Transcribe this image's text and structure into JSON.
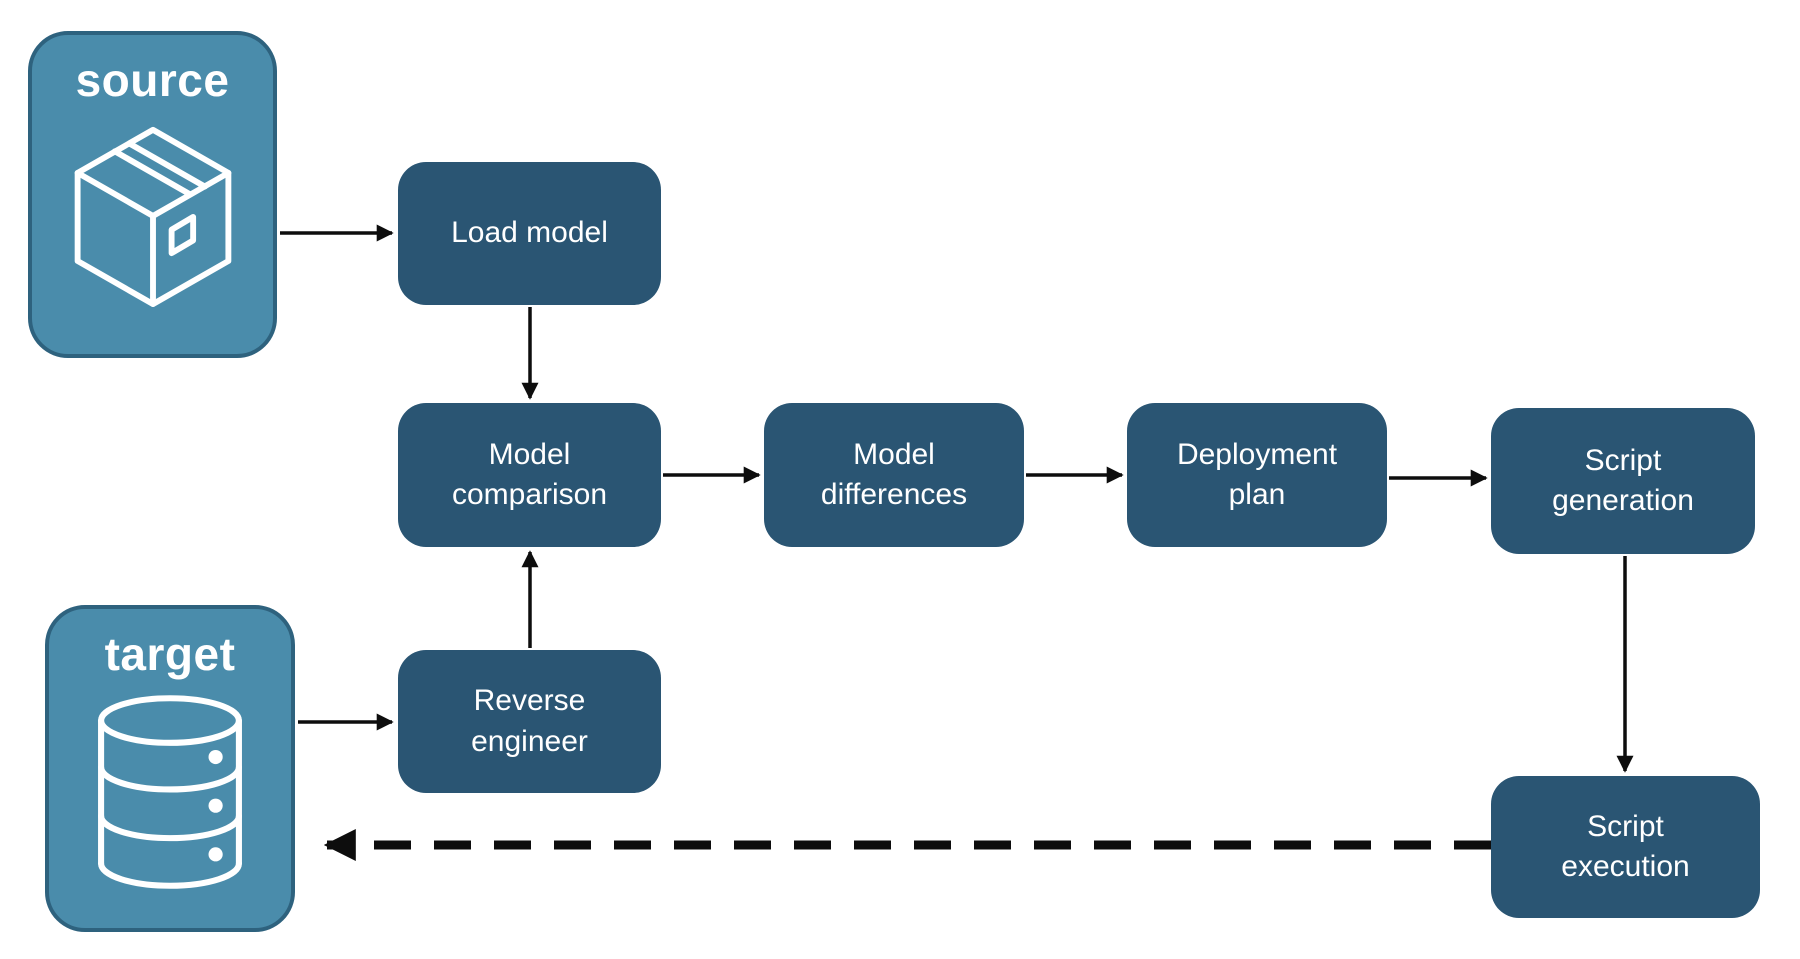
{
  "diagram": {
    "containers": [
      {
        "id": "source",
        "label": "source",
        "icon": "package-icon"
      },
      {
        "id": "target",
        "label": "target",
        "icon": "database-icon"
      }
    ],
    "nodes": [
      {
        "id": "load-model",
        "label": "Load model"
      },
      {
        "id": "model-comparison",
        "label": "Model\ncomparison"
      },
      {
        "id": "model-differences",
        "label": "Model\ndifferences"
      },
      {
        "id": "deployment-plan",
        "label": "Deployment\nplan"
      },
      {
        "id": "script-generation",
        "label": "Script\ngeneration"
      },
      {
        "id": "reverse-engineer",
        "label": "Reverse\nengineer"
      },
      {
        "id": "script-execution",
        "label": "Script\nexecution"
      }
    ],
    "edges": [
      {
        "from": "source",
        "to": "load-model",
        "style": "solid"
      },
      {
        "from": "load-model",
        "to": "model-comparison",
        "style": "solid"
      },
      {
        "from": "model-comparison",
        "to": "model-differences",
        "style": "solid"
      },
      {
        "from": "model-differences",
        "to": "deployment-plan",
        "style": "solid"
      },
      {
        "from": "deployment-plan",
        "to": "script-generation",
        "style": "solid"
      },
      {
        "from": "script-generation",
        "to": "script-execution",
        "style": "solid"
      },
      {
        "from": "target",
        "to": "reverse-engineer",
        "style": "solid"
      },
      {
        "from": "reverse-engineer",
        "to": "model-comparison",
        "style": "solid"
      },
      {
        "from": "script-execution",
        "to": "target",
        "style": "dashed"
      }
    ]
  },
  "colors": {
    "light_blue": "#4A8CAB",
    "light_border": "#2E627E",
    "dark_blue": "#2A5573",
    "arrow_black": "#0D0D0D",
    "text_white": "#FFFFFF"
  }
}
